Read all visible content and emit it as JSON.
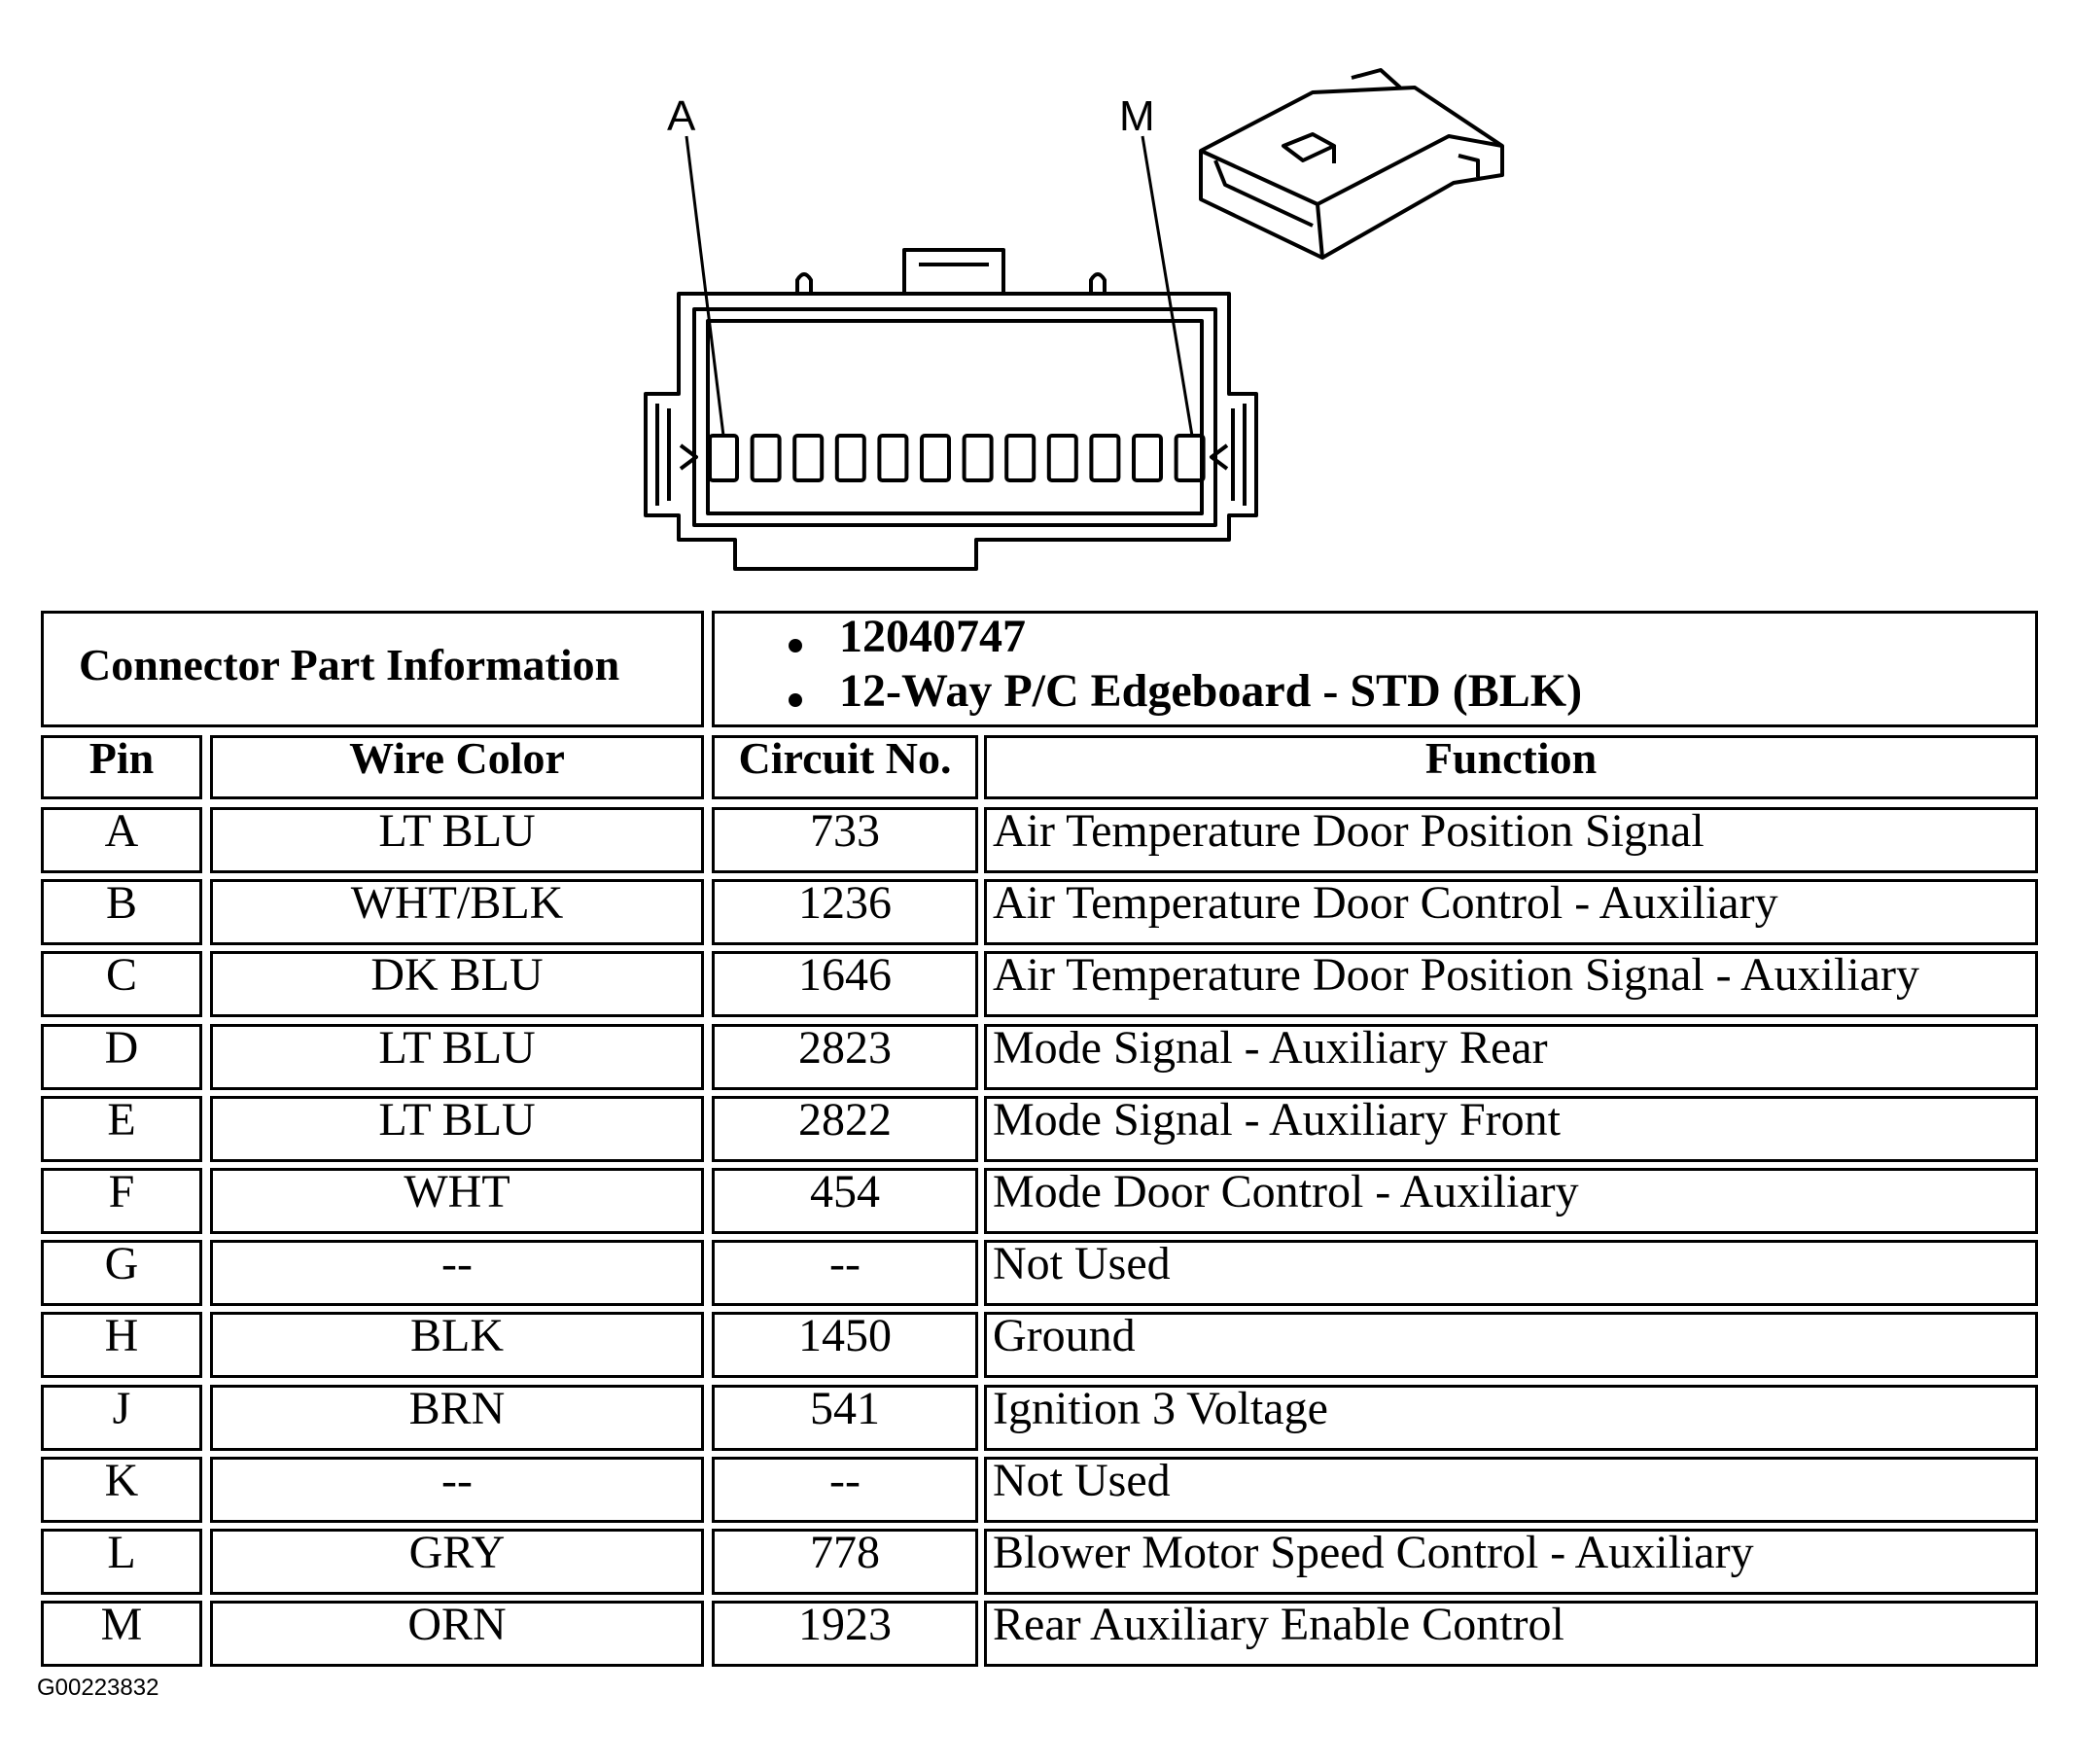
{
  "diagram": {
    "end_pin_labels": [
      "A",
      "M"
    ],
    "cavity_count": 12
  },
  "part_info": {
    "heading": "Connector Part Information",
    "items": [
      "12040747",
      "12-Way P/C Edgeboard - STD (BLK)"
    ]
  },
  "table": {
    "headers": [
      "Pin",
      "Wire Color",
      "Circuit No.",
      "Function"
    ],
    "rows": [
      {
        "pin": "A",
        "color": "LT BLU",
        "circuit": "733",
        "function": "Air Temperature Door Position Signal"
      },
      {
        "pin": "B",
        "color": "WHT/BLK",
        "circuit": "1236",
        "function": "Air Temperature Door Control - Auxiliary"
      },
      {
        "pin": "C",
        "color": "DK BLU",
        "circuit": "1646",
        "function": "Air Temperature Door Position Signal - Auxiliary"
      },
      {
        "pin": "D",
        "color": "LT BLU",
        "circuit": "2823",
        "function": "Mode Signal - Auxiliary Rear"
      },
      {
        "pin": "E",
        "color": "LT BLU",
        "circuit": "2822",
        "function": "Mode Signal - Auxiliary Front"
      },
      {
        "pin": "F",
        "color": "WHT",
        "circuit": "454",
        "function": "Mode Door Control - Auxiliary"
      },
      {
        "pin": "G",
        "color": "--",
        "circuit": "--",
        "function": "Not Used"
      },
      {
        "pin": "H",
        "color": "BLK",
        "circuit": "1450",
        "function": "Ground"
      },
      {
        "pin": "J",
        "color": "BRN",
        "circuit": "541",
        "function": "Ignition 3 Voltage"
      },
      {
        "pin": "K",
        "color": "--",
        "circuit": "--",
        "function": "Not Used"
      },
      {
        "pin": "L",
        "color": "GRY",
        "circuit": "778",
        "function": "Blower Motor Speed Control - Auxiliary"
      },
      {
        "pin": "M",
        "color": "ORN",
        "circuit": "1923",
        "function": "Rear Auxiliary Enable Control"
      }
    ]
  },
  "footer_code": "G00223832"
}
